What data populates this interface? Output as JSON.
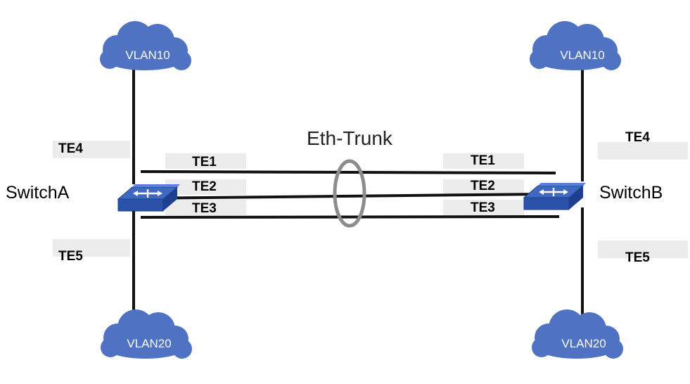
{
  "title": "Eth-Trunk",
  "colors": {
    "cloud": "#4f73c2",
    "switch_top": "#3f69c0",
    "switch_side": "#1e3f8f",
    "trunk_ellipse": "#8c8c8c",
    "link": "#111111",
    "label_shade": "#ececec"
  },
  "switch_icon": "network-switch-icon",
  "cloud_icon": "cloud-icon",
  "switch_a": {
    "name": "SwitchA",
    "uplink_port": "TE4",
    "downlink_port": "TE5",
    "trunk_ports": [
      "TE1",
      "TE2",
      "TE3"
    ]
  },
  "switch_b": {
    "name": "SwitchB",
    "uplink_port": "TE4",
    "downlink_port": "TE5",
    "trunk_ports": [
      "TE1",
      "TE2",
      "TE3"
    ]
  },
  "clouds": {
    "a_top": "VLAN10",
    "a_bottom": "VLAN20",
    "b_top": "VLAN10",
    "b_bottom": "VLAN20"
  }
}
